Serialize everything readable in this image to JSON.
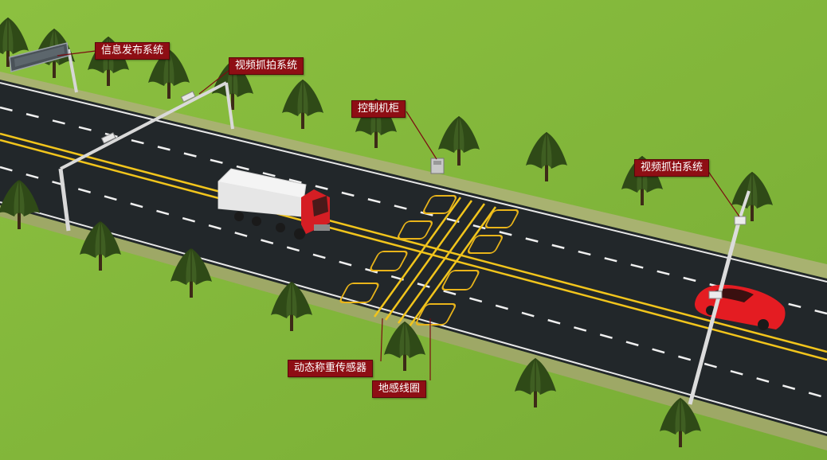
{
  "labels": {
    "info_release": "信息发布系统",
    "video_capture_left": "视频抓拍系统",
    "control_cabinet": "控制机柜",
    "video_capture_right": "视频抓拍系统",
    "weigh_sensor": "动态称重传感器",
    "ground_loop": "地感线圈"
  },
  "colors": {
    "grass": "#7fb53a",
    "road": "#22272a",
    "yellow_line": "#f2c51c",
    "label_bg": "#8e0e14",
    "truck_cab": "#d51e24",
    "car": "#e41c22"
  },
  "icons": [
    "tree-icon",
    "truck-icon",
    "car-icon",
    "camera-icon",
    "sign-board-icon",
    "cabinet-icon"
  ]
}
